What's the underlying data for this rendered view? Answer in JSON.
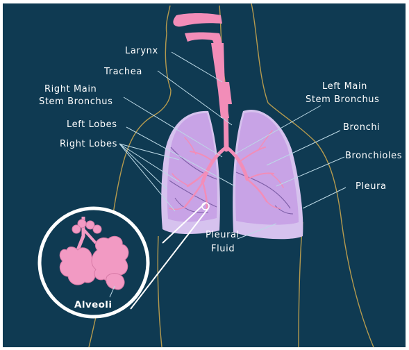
{
  "colors": {
    "background": "#0f3a52",
    "body_outline": "#b59a4e",
    "airway_pink": "#f28db8",
    "lung_fill": "#c8a3e6",
    "lung_dark": "#ad86d8",
    "lobe_line": "#7e5fa8",
    "pleura_fill": "#d6c2ee",
    "leader": "#bcd9e6",
    "label_text": "#ffffff",
    "alveoli_circle_fill": "#ffffff",
    "alveoli_pink": "#f29ac3"
  },
  "labels": {
    "larynx": "Larynx",
    "trachea": "Trachea",
    "right_main_stem_bronchus_line1": "Right Main",
    "right_main_stem_bronchus_line2": "Stem Bronchus",
    "left_lobes": "Left Lobes",
    "right_lobes": "Right Lobes",
    "left_main_stem_bronchus_line1": "Left Main",
    "left_main_stem_bronchus_line2": "Stem Bronchus",
    "bronchi": "Bronchi",
    "bronchioles": "Bronchioles",
    "pleura": "Pleura",
    "pleural_fluid_line1": "Pleural",
    "pleural_fluid_line2": "Fluid",
    "alveoli": "Alveoli"
  }
}
